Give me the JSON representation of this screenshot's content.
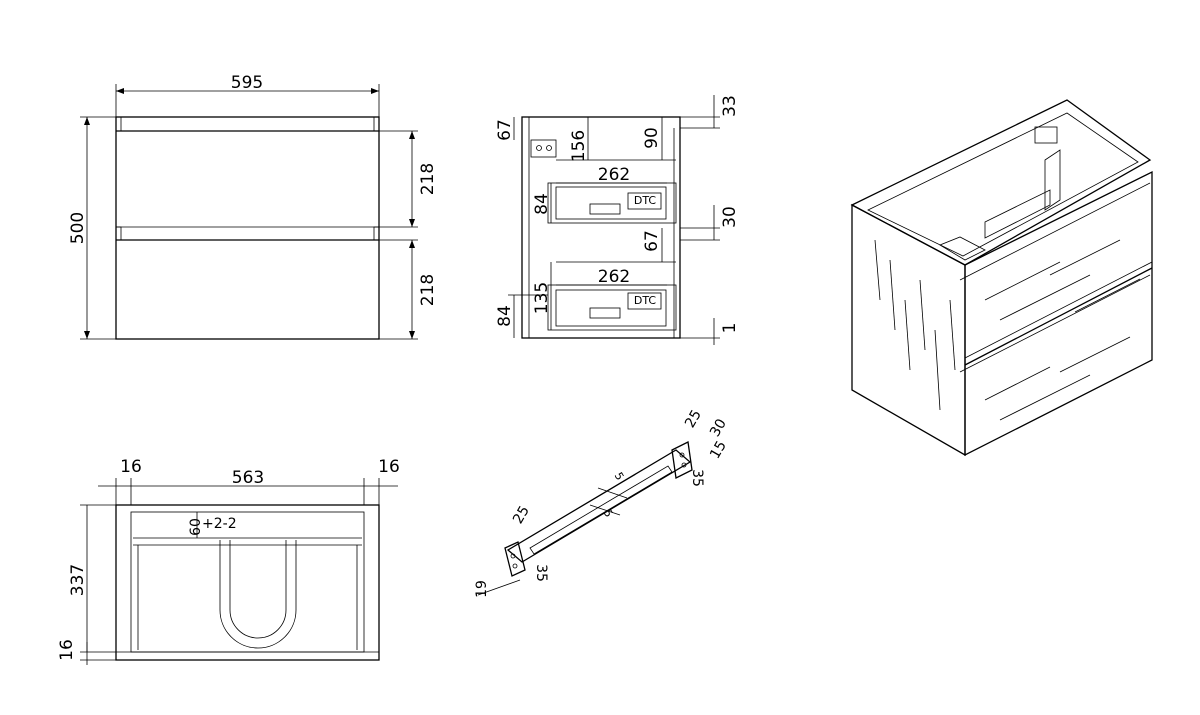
{
  "front_view": {
    "width": "595",
    "height": "500",
    "drawer_top": "218",
    "drawer_bottom": "218"
  },
  "side_view": {
    "top_gap": "67",
    "upper_depth": "156",
    "upper_top": "90",
    "top_right": "33",
    "upper_runner": "262",
    "upper_height": "84",
    "upper_brand": "DTC",
    "mid_right": "30",
    "mid_gap": "67",
    "lower_runner": "262",
    "lower_depth": "135",
    "lower_height": "84",
    "lower_brand": "DTC",
    "bottom_right": "1"
  },
  "top_view": {
    "left": "16",
    "inner": "563",
    "right": "16",
    "depth": "337",
    "back": "16",
    "slot": "60",
    "tolerance": "+2-2"
  },
  "bracket": {
    "top_a": "25",
    "top_b": "30",
    "top_c": "15",
    "top_d": "35",
    "mid_a": "5",
    "mid_b": "5",
    "end_a": "25",
    "end_b": "35",
    "end_c": "19"
  }
}
